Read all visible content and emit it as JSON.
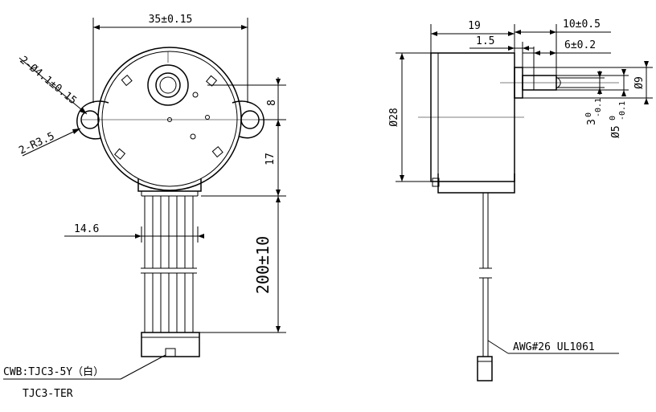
{
  "front_view": {
    "dim_width": "35±0.15",
    "dim_mount_hole": "2-Ø4.1±0.15",
    "dim_radius": "2-R3.5",
    "dim_shaft_offset": "8",
    "dim_body_to_wire": "17",
    "dim_wire_width": "14.6",
    "dim_wire_length": "200±10",
    "connector_label": "CWB:TJC3-5Y（白）",
    "connector_terminal": "TJC3-TER"
  },
  "side_view": {
    "dim_body_depth": "19",
    "dim_flange": "1.5",
    "dim_shaft_length": "10±0.5",
    "dim_flat_length": "6±0.2",
    "dim_diameter": "Ø28",
    "dim_boss_diameter": "Ø9",
    "dim_flat_width": "3",
    "dim_flat_tol_upper": "0",
    "dim_flat_tol_lower": "-0.1",
    "dim_shaft_diameter": "Ø5",
    "dim_shaft_tol_upper": "0",
    "dim_shaft_tol_lower": "-0.1",
    "wire_spec": "AWG#26  UL1061"
  },
  "colors": {
    "line": "#000000",
    "background": "#ffffff"
  }
}
